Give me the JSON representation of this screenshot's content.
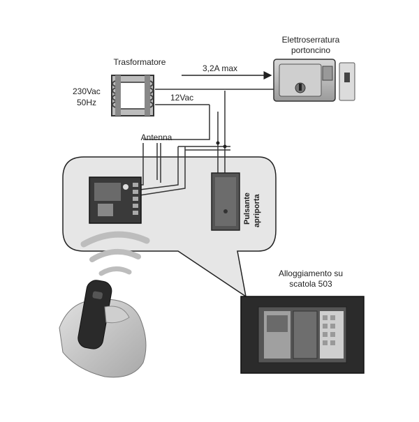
{
  "labels": {
    "transformer": "Trasformatore",
    "input_voltage": "230Vac",
    "input_freq": "50Hz",
    "output_voltage": "12Vac",
    "current": "3,2A max",
    "lock_line1": "Elettroserratura",
    "lock_line2": "portoncino",
    "antenna": "Antenna",
    "button_line1": "Pulsante",
    "button_line2": "apriporta",
    "housing_line1": "Alloggiamento su",
    "housing_line2": "scatola 503"
  },
  "colors": {
    "wire": "#333333",
    "bubble_fill": "#e6e6e6",
    "dark_device": "#2b2b2b"
  }
}
